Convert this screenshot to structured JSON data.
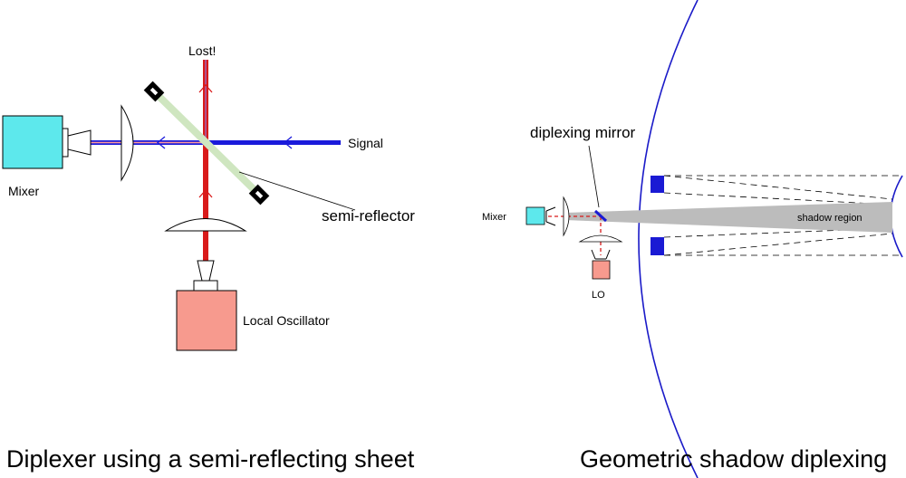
{
  "left_diagram": {
    "caption": "Diplexer using a semi-reflecting sheet",
    "labels": {
      "lost": "Lost!",
      "signal": "Signal",
      "mixer": "Mixer",
      "semi_reflector": "semi-reflector",
      "local_oscillator": "Local Oscillator"
    }
  },
  "right_diagram": {
    "caption": "Geometric shadow diplexing",
    "labels": {
      "diplexing_mirror": "diplexing mirror",
      "mixer": "Mixer",
      "shadow_region": "shadow region",
      "lo": "LO"
    }
  },
  "colors": {
    "signal_beam": "#1a1adb",
    "lo_beam": "#d91a1a",
    "mixer_box": "#5de8ec",
    "oscillator_box": "#f79a8e",
    "semi_reflector": "#cfe6c0",
    "dish": "#1a1ac8",
    "blocker": "#1a1ad4",
    "shadow": "#bcbcbc"
  }
}
